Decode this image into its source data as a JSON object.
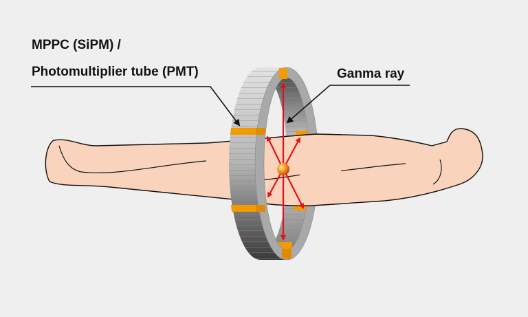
{
  "labels": {
    "detector_line1": "MPPC (SiPM) /",
    "detector_line2": "Photomultiplier tube (PMT)",
    "gamma": "Ganma ray"
  },
  "colors": {
    "background": "#efefef",
    "skin": "#f9d3bb",
    "ring": "#b8b8b8",
    "detector": "#f29a00",
    "ray": "#e3101a",
    "source": "#f39a1e"
  }
}
